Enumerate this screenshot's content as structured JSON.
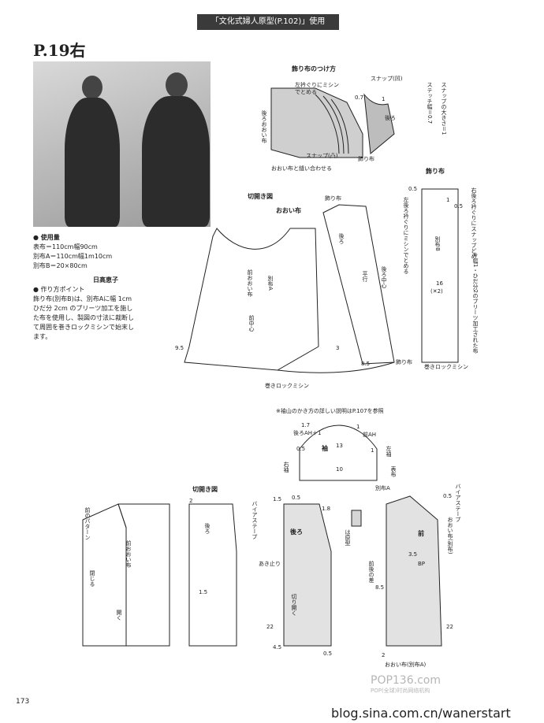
{
  "header": {
    "band": "「文化式婦人原型(P.102)」使用"
  },
  "page": {
    "title": "P.19右",
    "number": "173"
  },
  "materials": {
    "heading": "使用量",
    "lines": [
      "表布＝110cm幅90cm",
      "別布A＝110cm幅1m10cm",
      "別布B＝20×80cm"
    ],
    "author": "日高恵子"
  },
  "points": {
    "heading": "作り方ポイント",
    "text": "飾り布(別布B)は、別布Aに幅 1cm ひだ分 2cm のプリーツ加工を施した布を使用し、製図の寸法に裁断して周囲を巻きロックミシンで始末します。"
  },
  "ruffle_attach": {
    "title": "飾り布のつけ方",
    "labels": [
      "スナップ(凹)",
      "左衿ぐりにミシンでとめる",
      "0.7",
      "1",
      "後ろおおい布",
      "後ろ",
      "スナップ(凸)",
      "飾り布",
      "おおい布と縫い合わせる"
    ],
    "vertical": [
      "スナップの大きさ＝1",
      "ステッチ幅＝0.7"
    ]
  },
  "cutting_top": {
    "title": "切開き図",
    "cover": "おおい布",
    "labels": [
      "前おおい布",
      "別布A",
      "前中心",
      "9.5",
      "後ろ",
      "後ろ中心",
      "平行",
      "3",
      "8.5",
      "飾り布",
      "巻きロックミシン",
      "飾り布"
    ]
  },
  "ruffle_piece": {
    "title": "飾り布",
    "labels": [
      "0.5",
      "1",
      "0.5",
      "右後ろ衿ぐりにスナップどめ",
      "左後ろ衿ぐりにミシンでとめる",
      "別布B",
      "16",
      "(✕2)",
      "※幅1・ひだ分2のプリーツ加工された布",
      "巻きロックミシン"
    ]
  },
  "sleeve": {
    "note": "※袖山のかき方の詳しい説明はP.107を参照",
    "labels": [
      "1.7",
      "後ろAH＋1",
      "1",
      "前AH",
      "0.5",
      "袖",
      "13",
      "1",
      "左袖",
      "10",
      "右袖",
      "表布",
      "別布A"
    ]
  },
  "cutting_bottom": {
    "title": "切開き図",
    "labels": [
      "前のパターン",
      "前おおい布",
      "閉じる",
      "開く",
      "2",
      "後ろ",
      "1.5",
      "1.5",
      "0.5",
      "1.8",
      "バイアステープ",
      "後ろ",
      "あき止り",
      "切り開く",
      "22",
      "4.5",
      "0.5",
      "は原型",
      "バイアステープ",
      "前",
      "おおい布(別布)",
      "3.5",
      "BP",
      "前後の差",
      "8.5",
      "2",
      "おおい布(別布A)",
      "22",
      "0.5"
    ]
  },
  "footer": {
    "watermark": "POP136.com",
    "watermark_sub": "POP(全球)时尚网络机构",
    "url": "blog.sina.com.cn/wanerstart"
  }
}
